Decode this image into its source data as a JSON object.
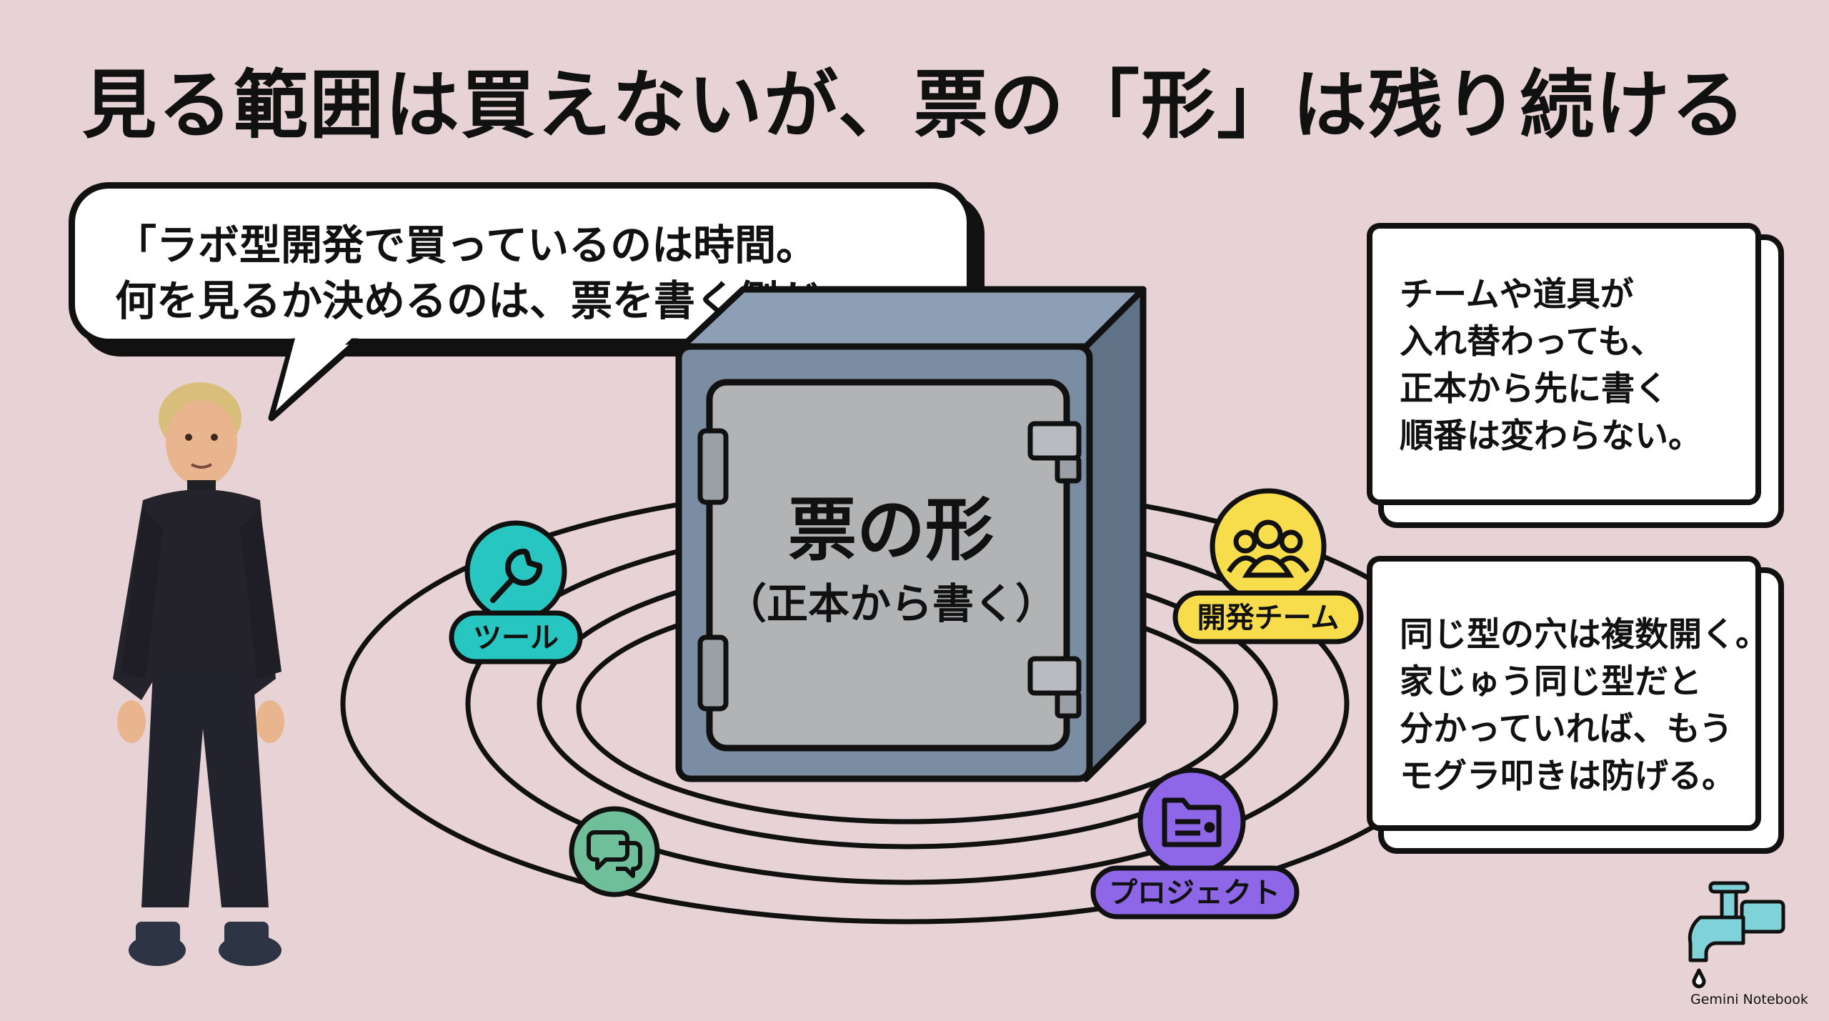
{
  "title": "見る範囲は買えないが、票の「形」は残り続ける",
  "speech_bubble": {
    "line1": "「ラボ型開発で買っているのは時間。",
    "line2": "何を見るか決めるのは、票を書く側だ。」"
  },
  "safe": {
    "title": "票の形",
    "subtitle": "（正本から書く）"
  },
  "orbit_items": [
    {
      "label": "ツール",
      "icon": "wrench-icon",
      "color": "#27c6c0"
    },
    {
      "label": "開発チーム",
      "icon": "people-icon",
      "color": "#f7dc4b"
    },
    {
      "label": "",
      "icon": "chat-bubbles-icon",
      "color": "#6fbf9b"
    },
    {
      "label": "プロジェクト",
      "icon": "folder-icon",
      "color": "#8e67e8"
    }
  ],
  "cards": {
    "top": {
      "line1": "チームや道具が",
      "line2": "入れ替わっても、",
      "line3": "正本から先に書く",
      "line4": "順番は変わらない。"
    },
    "bottom": {
      "line1": "同じ型の穴は複数開く。",
      "line2": "家じゅう同じ型だと",
      "line3": "分かっていれば、もう",
      "line4": "モグラ叩きは防げる。"
    }
  },
  "decor": {
    "faucet_icon": "faucet-icon",
    "brand": "Gemini Notebook"
  }
}
